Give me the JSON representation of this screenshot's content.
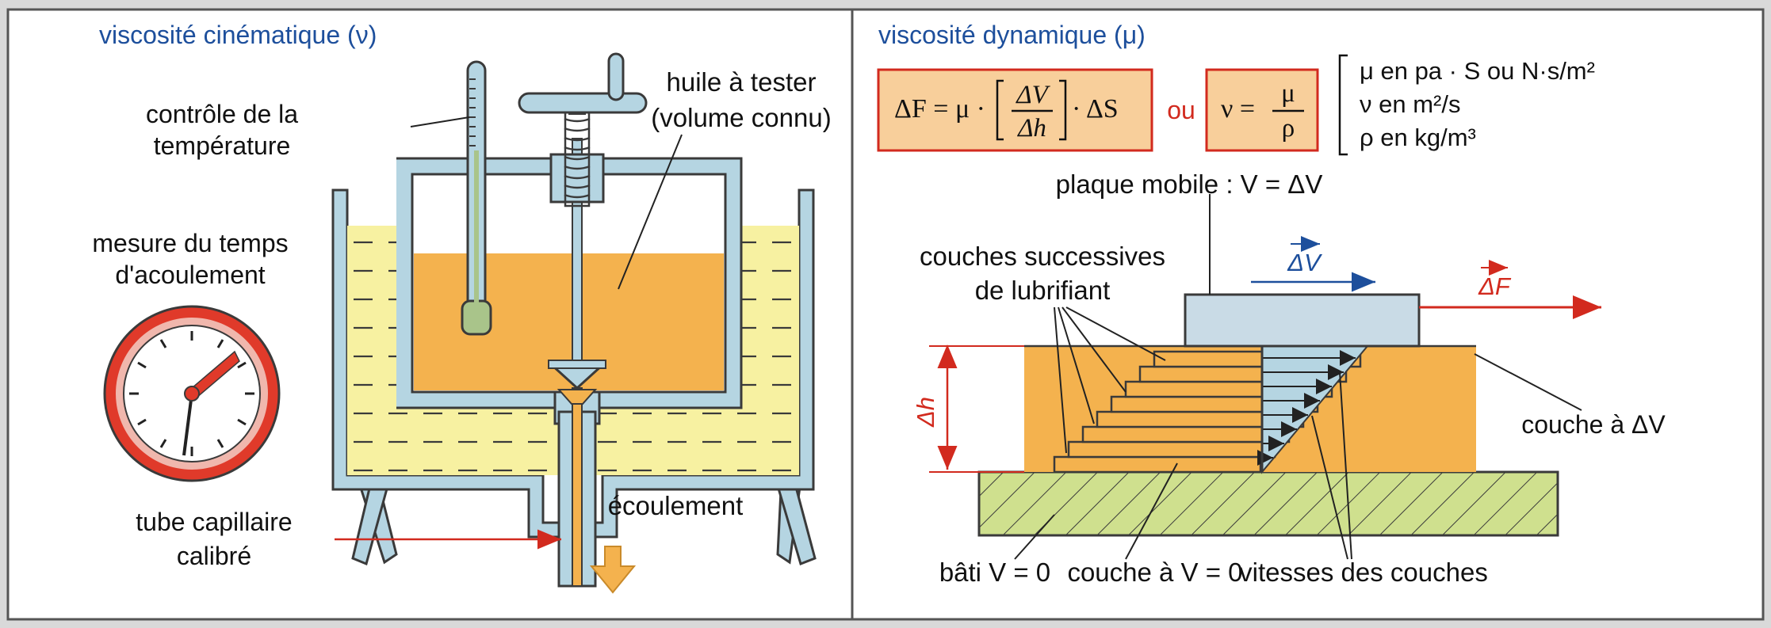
{
  "left_panel": {
    "title": "viscosité cinématique (ν)",
    "label_temp_line1": "contrôle de la",
    "label_temp_line2": "température",
    "label_oil_line1": "huile à tester",
    "label_oil_line2": "(volume connu)",
    "label_time_line1": "mesure du temps",
    "label_time_line2": "d'acoulement",
    "label_tube_line1": "tube capillaire",
    "label_tube_line2": "calibré",
    "label_flow": "écoulement"
  },
  "right_panel": {
    "title": "viscosité dynamique (μ)",
    "formula1": {
      "lhs": "ΔF = μ ·",
      "frac_num": "ΔV",
      "frac_den": "Δh",
      "rhs": "· ΔS"
    },
    "connector": "ou",
    "formula2": {
      "lhs": "ν =",
      "frac_num": "μ",
      "frac_den": "ρ"
    },
    "units": {
      "line1": "μ en pa · S ou N·s/m²",
      "line2": "ν en m²/s",
      "line3": "ρ en kg/m³"
    },
    "label_plate": "plaque mobile : V = ΔV",
    "label_layers_line1": "couches successives",
    "label_layers_line2": "de lubrifiant",
    "label_dV": "ΔV",
    "label_dF": "ΔF",
    "label_dh": "Δh",
    "label_top_layer": "couche à ΔV",
    "label_base": "bâti V = 0",
    "label_bottom_layer": "couche à V = 0",
    "label_speeds": "vitesses des couches"
  },
  "colors": {
    "oil": "#f4b24e",
    "bath": "#f7f1a1",
    "tank": "#b5d5e2",
    "outline": "#3a3a3a",
    "red": "#d22a1e",
    "blue": "#1d4f9c",
    "frame_bg": "#ffffff",
    "label_fill": "#fff59b"
  },
  "icons": [
    "clock-icon",
    "thermometer-icon",
    "valve-handle-icon",
    "down-arrow-icon"
  ]
}
